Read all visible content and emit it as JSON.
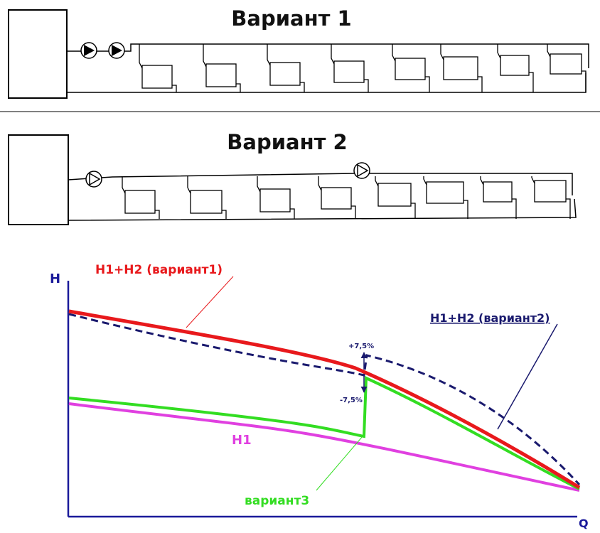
{
  "diagram1": {
    "title": "Вариант 1",
    "radiator_count": 8
  },
  "diagram2": {
    "title": "Вариант 2",
    "radiator_count": 8
  },
  "chart_data": {
    "type": "line",
    "xlabel": "Q",
    "ylabel": "H",
    "grid": false,
    "series": [
      {
        "name": "H1+H2 (вариант1)",
        "color": "#e8191c",
        "style": "solid"
      },
      {
        "name": "H1+H2 (вариант2)",
        "color": "#1a1a6e",
        "style": "dashed"
      },
      {
        "name": "H1",
        "color": "#e040e0",
        "style": "solid"
      },
      {
        "name": "вариант3",
        "color": "#33dd22",
        "style": "solid"
      }
    ],
    "annotations": [
      {
        "text": "+7,5%"
      },
      {
        "text": "-7,5%"
      }
    ]
  }
}
